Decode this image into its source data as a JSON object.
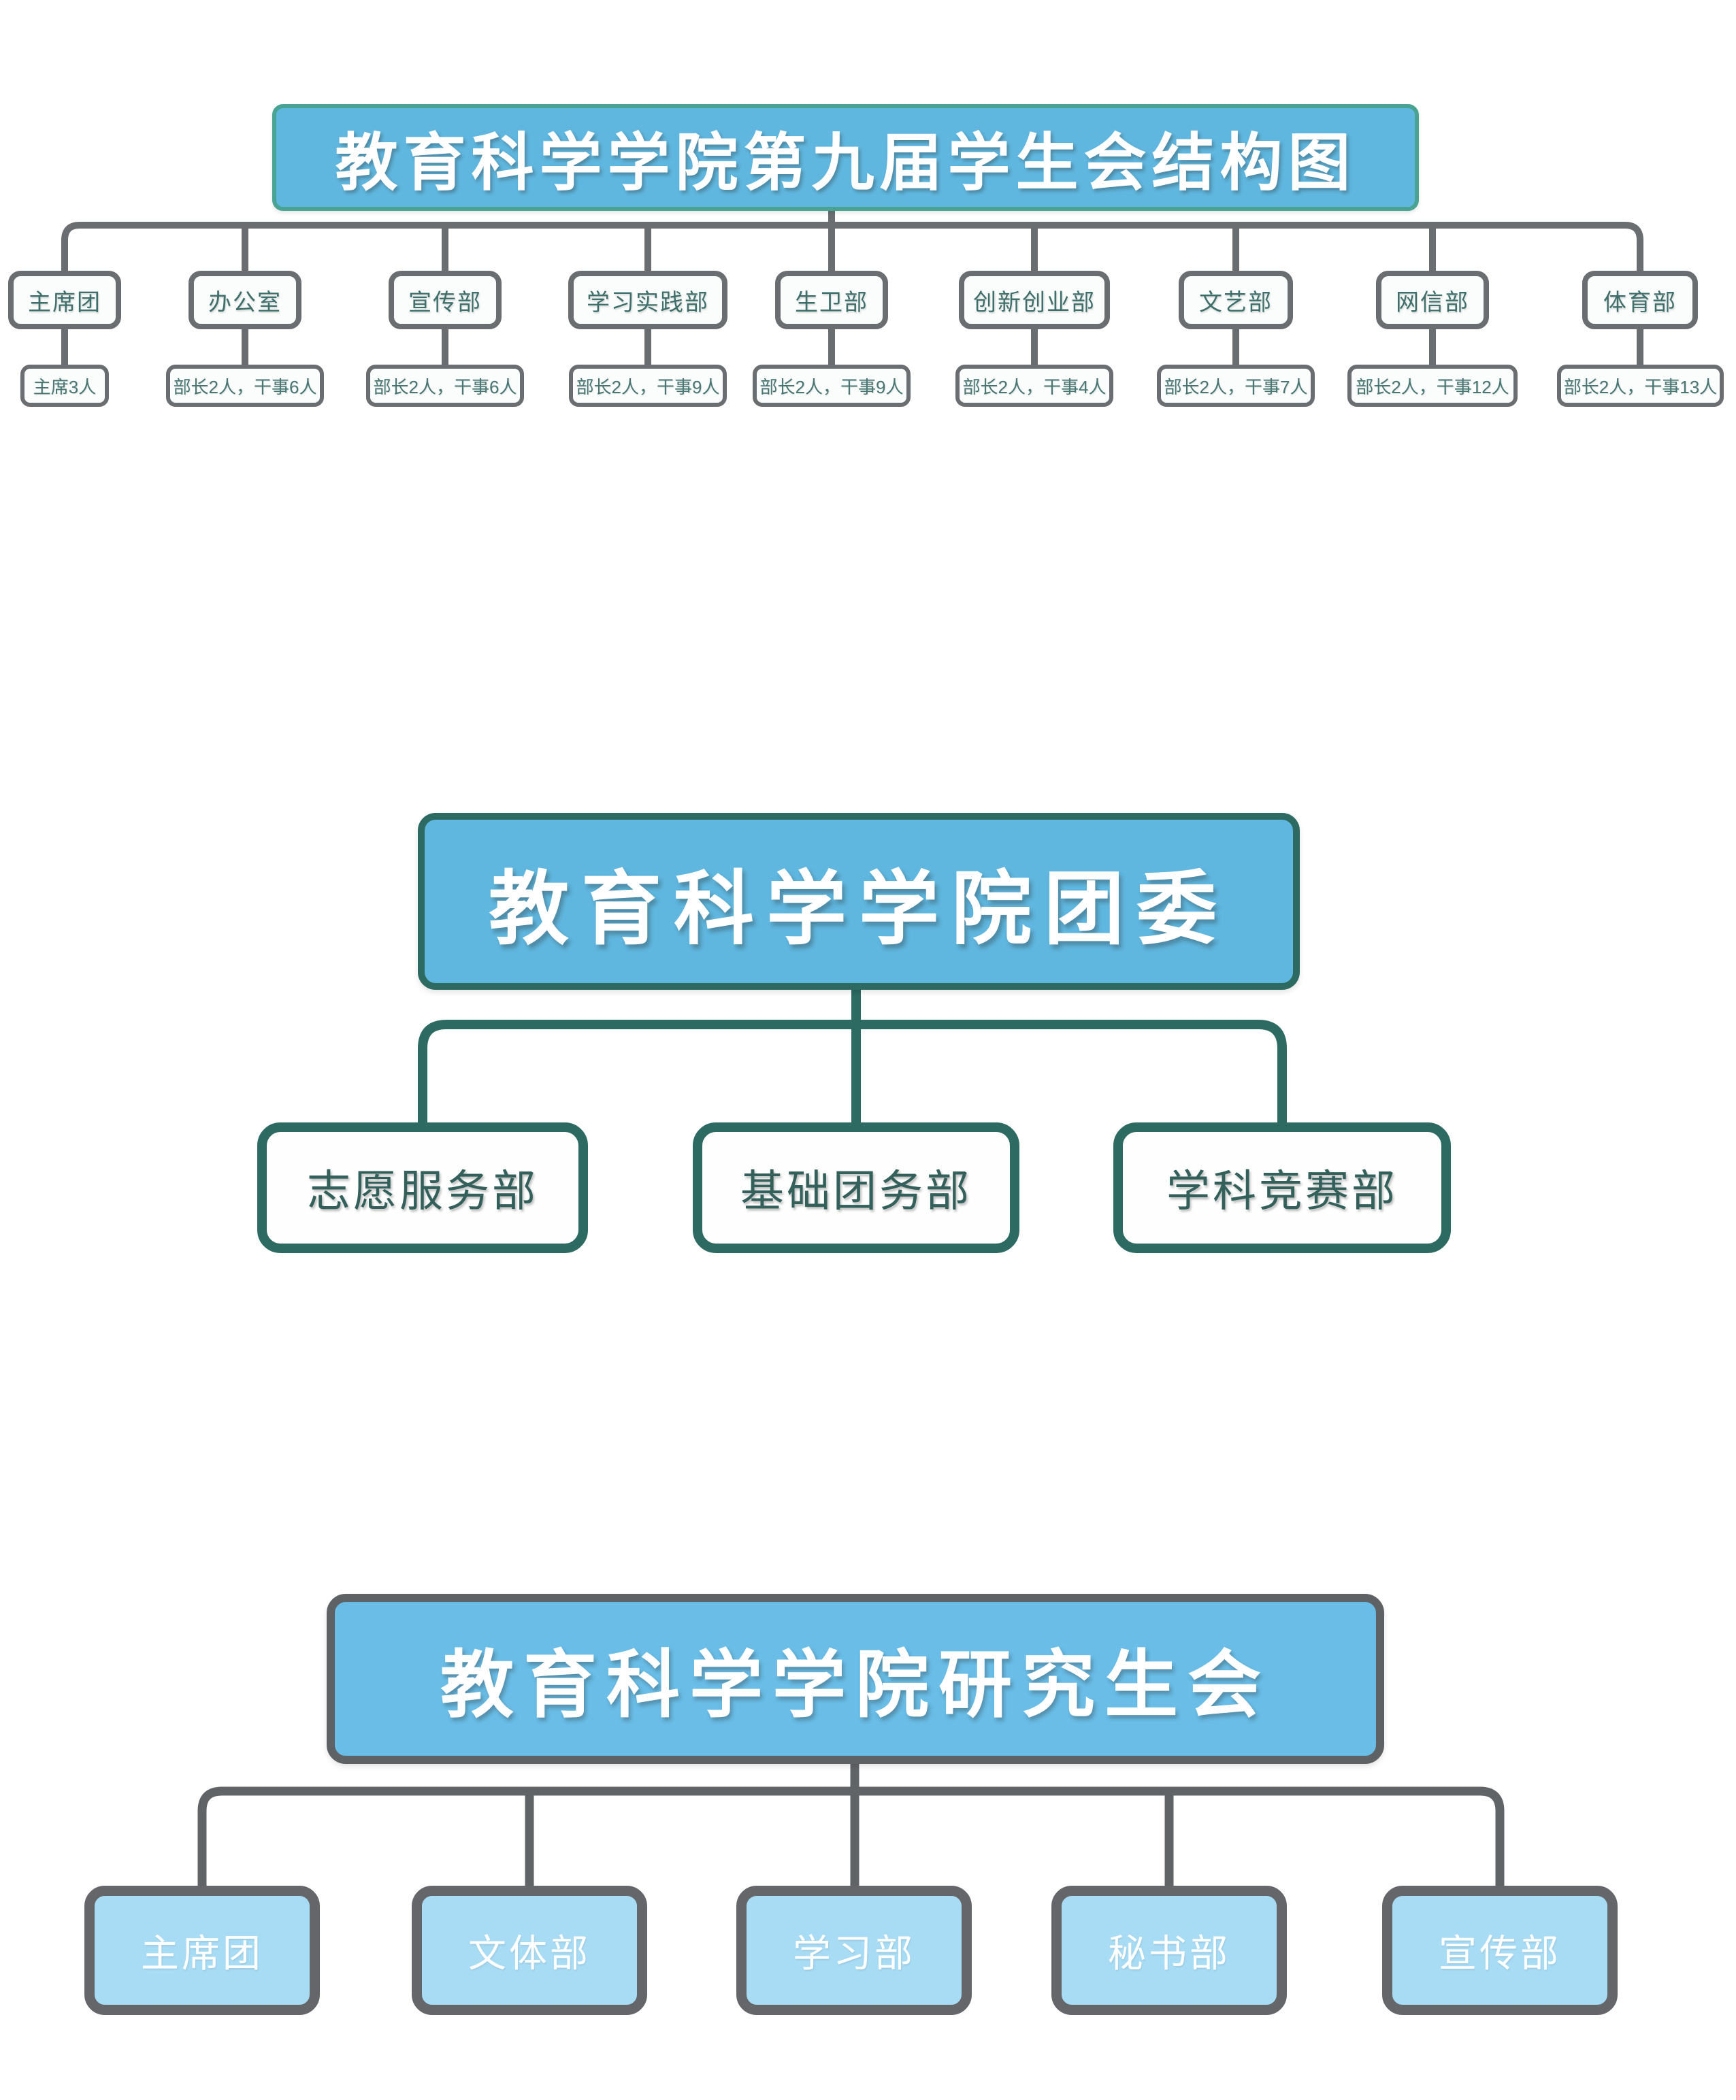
{
  "colors": {
    "title_blue_fill": "#5fb6de",
    "top_title_border_teal": "#49a392",
    "dark_teal": "#2c6a62",
    "connector_gray": "#6a6e71",
    "bottom_gray": "#616467",
    "bottom_title_fill": "#69bde7",
    "bottom_child_fill": "#a8dcf5",
    "teal_text": "#3f6f6b"
  },
  "student_union": {
    "title": "教育科学学院第九届学生会结构图",
    "departments": [
      {
        "name": "主席团",
        "staff": "主席3人"
      },
      {
        "name": "办公室",
        "staff": "部长2人，干事6人"
      },
      {
        "name": "宣传部",
        "staff": "部长2人，干事6人"
      },
      {
        "name": "学习实践部",
        "staff": "部长2人，干事9人"
      },
      {
        "name": "生卫部",
        "staff": "部长2人，干事9人"
      },
      {
        "name": "创新创业部",
        "staff": "部长2人，干事4人"
      },
      {
        "name": "文艺部",
        "staff": "部长2人，干事7人"
      },
      {
        "name": "网信部",
        "staff": "部长2人，干事12人"
      },
      {
        "name": "体育部",
        "staff": "部长2人，干事13人"
      }
    ]
  },
  "youth_league": {
    "title": "教育科学学院团委",
    "departments": [
      {
        "name": "志愿服务部"
      },
      {
        "name": "基础团务部"
      },
      {
        "name": "学科竞赛部"
      }
    ]
  },
  "graduate_union": {
    "title": "教育科学学院研究生会",
    "departments": [
      {
        "name": "主席团"
      },
      {
        "name": "文体部"
      },
      {
        "name": "学习部"
      },
      {
        "name": "秘书部"
      },
      {
        "name": "宣传部"
      }
    ]
  }
}
